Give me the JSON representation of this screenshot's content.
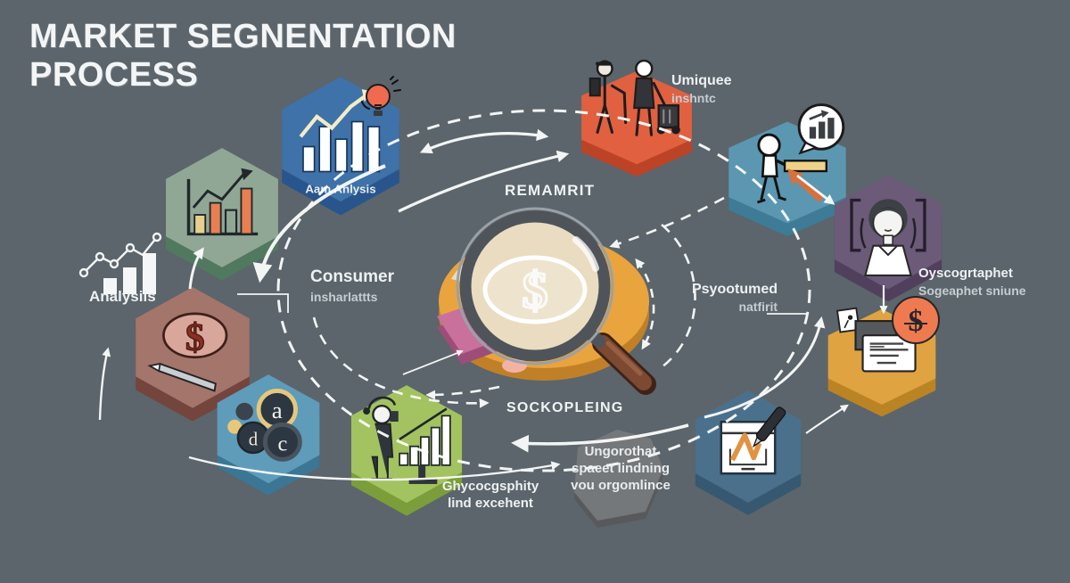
{
  "title": {
    "line1": "MARKET SEGNENTATION",
    "line2": "PROCESS"
  },
  "center": {
    "top_label": "REMAMRIT",
    "bottom_label": "SOCKOPLEING"
  },
  "labels": {
    "analysis": "Analysiis",
    "consumer": {
      "title": "Consumer",
      "sub": "insharlattts"
    },
    "unique": {
      "title": "Umiquee",
      "sub": "inshntc"
    },
    "psychographic": {
      "title": "Psyootumed",
      "sub": "natfirit"
    },
    "demographic": {
      "title": "Oyscogrtaphet",
      "sub": "Sogeaphet sniune"
    },
    "geographic": {
      "title": "Ghycocgsphity",
      "sub": "lind excehent"
    }
  },
  "nodes": {
    "market_analysis": {
      "label": "Aam Anlysis",
      "icon": "bar-chart-trend-icon"
    },
    "growth_chart": {
      "icon": "growth-chart-icon"
    },
    "money_note": {
      "icon": "money-pencil-icon"
    },
    "letter_badges": {
      "icon": "letter-badges-icon",
      "letters": [
        "a",
        "d",
        "c"
      ]
    },
    "presenter": {
      "icon": "presenter-bars-icon"
    },
    "two_people": {
      "icon": "two-people-icon"
    },
    "push_figure": {
      "icon": "figure-push-chart-icon"
    },
    "woman": {
      "icon": "woman-portrait-icon"
    },
    "documents": {
      "icon": "documents-icon"
    },
    "pen_chart": {
      "icon": "pen-chart-icon"
    }
  },
  "callout": {
    "line1": "Ungorothat",
    "line2": "spaeet lindning",
    "line3": "vou orgomlince"
  },
  "colors": {
    "background": "#5b656b",
    "hex_blue": "#3e72a8",
    "hex_blue_base": "#28558c",
    "hex_sage": "#90a795",
    "hex_sage_base": "#50795f",
    "hex_maroon": "#a3756b",
    "hex_maroon_base": "#73453c",
    "hex_teal": "#5e9cba",
    "hex_teal_base": "#3b7694",
    "hex_green": "#a2c35f",
    "hex_green_base": "#7b9e3a",
    "hex_orange": "#e06040",
    "hex_orange_base": "#bd4327",
    "hex_teal2": "#5b97b1",
    "hex_teal2_base": "#3e7b96",
    "hex_purple": "#6b5a78",
    "hex_purple_base": "#50405e",
    "hex_gold": "#e0a341",
    "hex_gold_base": "#ba8324",
    "hex_steelblue": "#4a708c",
    "hex_steelblue_base": "#365871",
    "blob_gray": "#75787b",
    "blob_gray_base": "#58595c",
    "pie_orange": "#e9a43e",
    "pie_pink": "#c9709c",
    "pie_cream": "#e7dcc8",
    "lens_fill": "#e9dcc0",
    "handle_brown": "#7c4a33",
    "coin_orange": "#ef7a50",
    "arrow_white": "#ffffff"
  }
}
